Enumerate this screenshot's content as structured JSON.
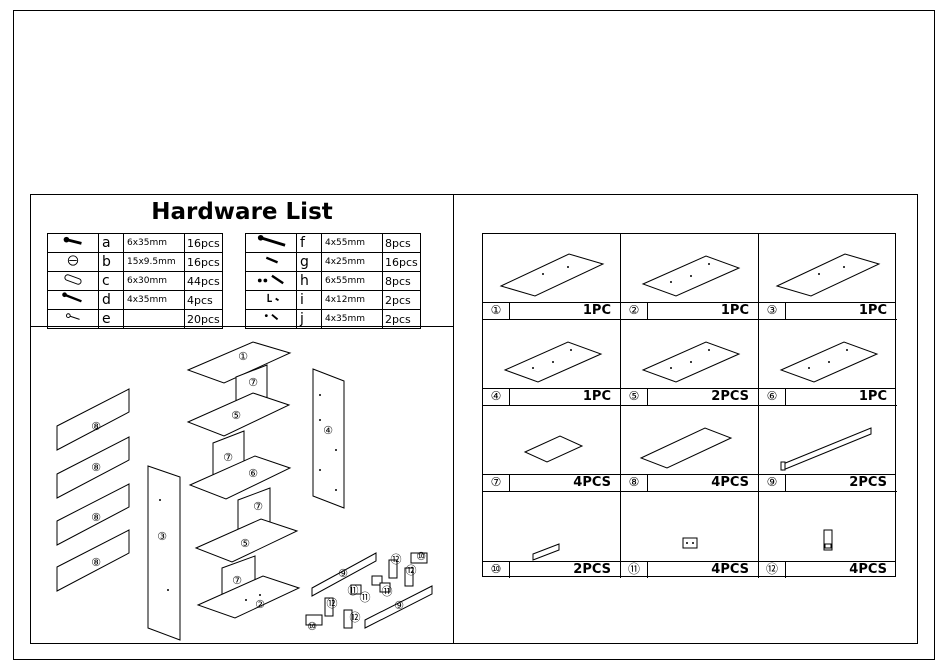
{
  "hardware": {
    "title": "Hardware List",
    "left": [
      {
        "icon": "cam-bolt-icon",
        "letter": "a",
        "size": "6x35mm",
        "qty": "16pcs"
      },
      {
        "icon": "cam-lock-icon",
        "letter": "b",
        "size": "15x9.5mm",
        "qty": "16pcs"
      },
      {
        "icon": "wooden-dowel-icon",
        "letter": "c",
        "size": "6x30mm",
        "qty": "44pcs"
      },
      {
        "icon": "screw-icon",
        "letter": "d",
        "size": "4x35mm",
        "qty": "4pcs"
      },
      {
        "icon": "nail-icon",
        "letter": "e",
        "size": "",
        "qty": "20pcs"
      }
    ],
    "right": [
      {
        "icon": "long-screw-icon",
        "letter": "f",
        "size": "4x55mm",
        "qty": "8pcs"
      },
      {
        "icon": "short-screw-icon",
        "letter": "g",
        "size": "4x25mm",
        "qty": "16pcs"
      },
      {
        "icon": "anchor-screw-icon",
        "letter": "h",
        "size": "6x55mm",
        "qty": "8pcs"
      },
      {
        "icon": "hook-screw-icon",
        "letter": "i",
        "size": "4x12mm",
        "qty": "2pcs"
      },
      {
        "icon": "small-screw-icon",
        "letter": "j",
        "size": "4x35mm",
        "qty": "2pcs"
      }
    ]
  },
  "exploded_labels": [
    "①",
    "⑦",
    "⑤",
    "⑦",
    "⑥",
    "⑦",
    "⑤",
    "⑦",
    "②",
    "④",
    "③",
    "⑧",
    "⑧",
    "⑧",
    "⑧",
    "⑨",
    "⑨",
    "⑩",
    "⑩",
    "⑪",
    "⑪",
    "⑪",
    "⑫",
    "⑫",
    "⑫",
    "⑫"
  ],
  "parts": [
    {
      "num": "①",
      "qty": "1PC",
      "shape": "long-board"
    },
    {
      "num": "②",
      "qty": "1PC",
      "shape": "board"
    },
    {
      "num": "③",
      "qty": "1PC",
      "shape": "long-board"
    },
    {
      "num": "④",
      "qty": "1PC",
      "shape": "board"
    },
    {
      "num": "⑤",
      "qty": "2PCS",
      "shape": "board"
    },
    {
      "num": "⑥",
      "qty": "1PC",
      "shape": "board"
    },
    {
      "num": "⑦",
      "qty": "4PCS",
      "shape": "square-panel"
    },
    {
      "num": "⑧",
      "qty": "4PCS",
      "shape": "thin-panel"
    },
    {
      "num": "⑨",
      "qty": "2PCS",
      "shape": "rail"
    },
    {
      "num": "⑩",
      "qty": "2PCS",
      "shape": "block"
    },
    {
      "num": "⑪",
      "qty": "4PCS",
      "shape": "bracket"
    },
    {
      "num": "⑫",
      "qty": "4PCS",
      "shape": "foot"
    }
  ]
}
